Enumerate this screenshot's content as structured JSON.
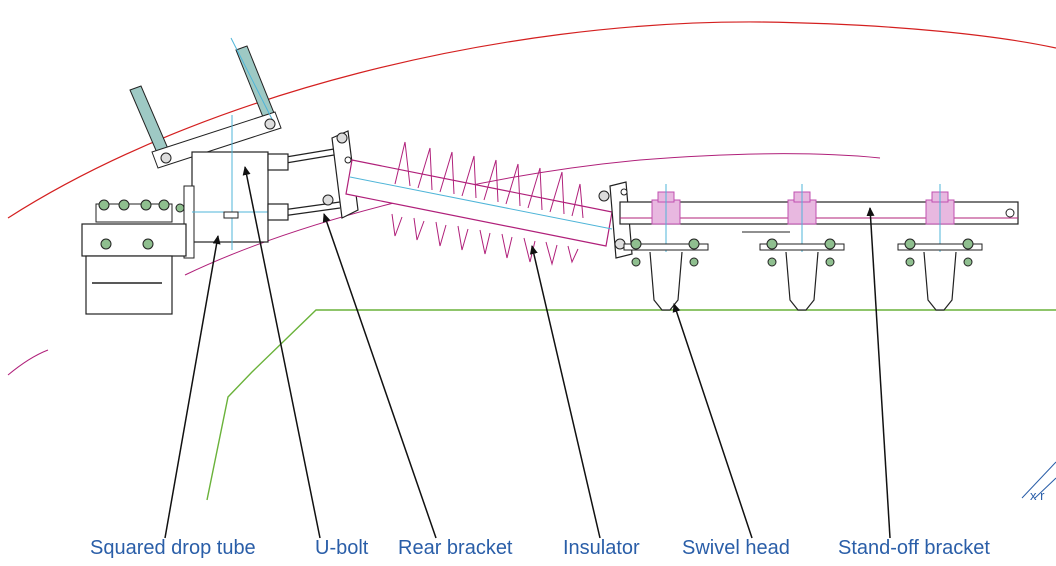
{
  "colors": {
    "label_text": "#2a5ea8",
    "outline": "#222222",
    "red_line": "#d42020",
    "magenta_line": "#b0207a",
    "green_line": "#6ab23a",
    "cyan_line": "#4fb5d8",
    "steel_fill": "#9ec9c4",
    "hardware": "#c050b0"
  },
  "labels": [
    {
      "id": "squared-drop-tube",
      "text": "Squared drop tube"
    },
    {
      "id": "u-bolt",
      "text": "U-bolt"
    },
    {
      "id": "rear-bracket",
      "text": "Rear bracket"
    },
    {
      "id": "insulator",
      "text": "Insulator"
    },
    {
      "id": "swivel-head",
      "text": "Swivel head"
    },
    {
      "id": "stand-off-bracket",
      "text": "Stand-off bracket"
    }
  ],
  "corner_mark": "x r"
}
